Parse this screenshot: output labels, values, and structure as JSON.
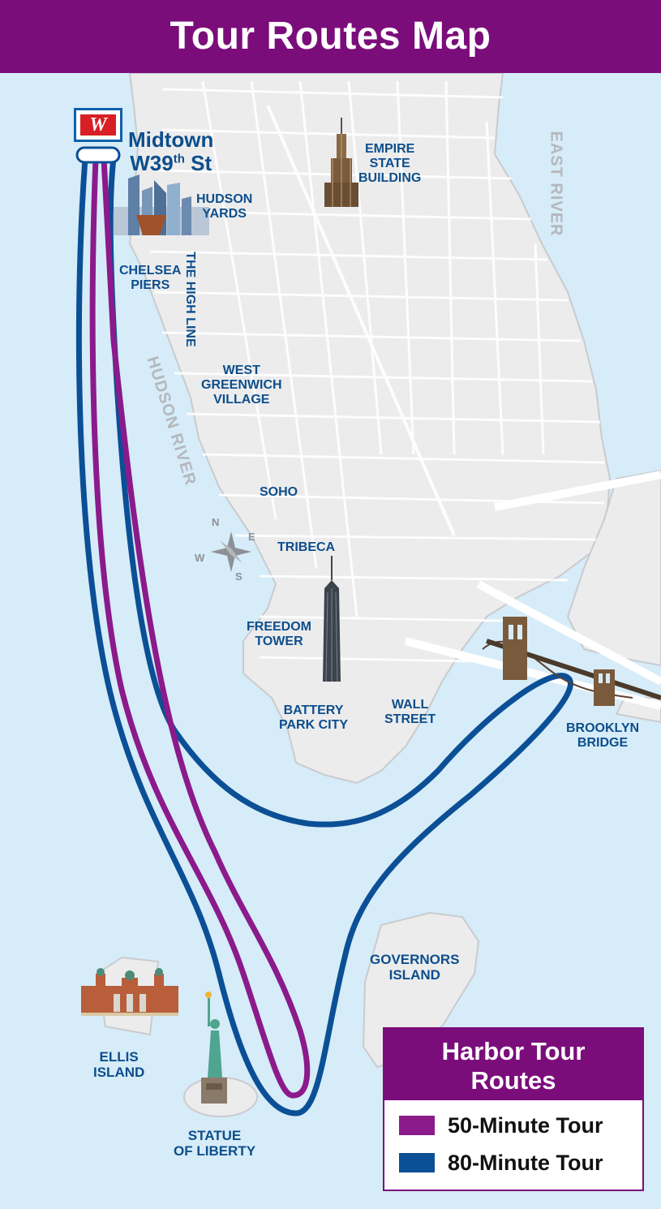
{
  "title": "Tour Routes Map",
  "labels": {
    "midtown": [
      "Midtown",
      "W39",
      "th",
      " St"
    ],
    "hudson_yards": [
      "HUDSON",
      "YARDS"
    ],
    "empire_state": [
      "EMPIRE",
      "STATE",
      "BUILDING"
    ],
    "chelsea_piers": [
      "CHELSEA",
      "PIERS"
    ],
    "high_line": "THE HIGH LINE",
    "west_village": [
      "WEST",
      "GREENWICH",
      "VILLAGE"
    ],
    "soho": "SOHO",
    "tribeca": "TRIBECA",
    "freedom_tower": [
      "FREEDOM",
      "TOWER"
    ],
    "battery_park": [
      "BATTERY",
      "PARK CITY"
    ],
    "wall_street": [
      "WALL",
      "STREET"
    ],
    "brooklyn_bridge": [
      "BROOKLYN",
      "BRIDGE"
    ],
    "governors_island": [
      "GOVERNORS",
      "ISLAND"
    ],
    "ellis_island": [
      "ELLIS",
      "ISLAND"
    ],
    "statue_liberty": [
      "STATUE",
      "OF LIBERTY"
    ]
  },
  "water": {
    "east_river": "EAST RIVER",
    "hudson_river": "HUDSON RIVER"
  },
  "compass": {
    "n": "N",
    "e": "E",
    "s": "S",
    "w": "W"
  },
  "legend": {
    "title": [
      "Harbor Tour",
      "Routes"
    ],
    "items": [
      {
        "label": "50-Minute Tour",
        "color": "#8b1a8b"
      },
      {
        "label": "80-Minute Tour",
        "color": "#0b4f96"
      }
    ]
  },
  "colors": {
    "header": "#7b0d7b",
    "water": "#d6ecf8",
    "land": "#ededee",
    "label_blue": "#0d4e8c",
    "route_50": "#8b1a8b",
    "route_80": "#0b4f96"
  },
  "icons": [
    "pier-logo-icon",
    "empire-state-icon",
    "hudson-yards-icon",
    "freedom-tower-icon",
    "brooklyn-bridge-icon",
    "ellis-island-icon",
    "statue-of-liberty-icon",
    "compass-icon"
  ]
}
